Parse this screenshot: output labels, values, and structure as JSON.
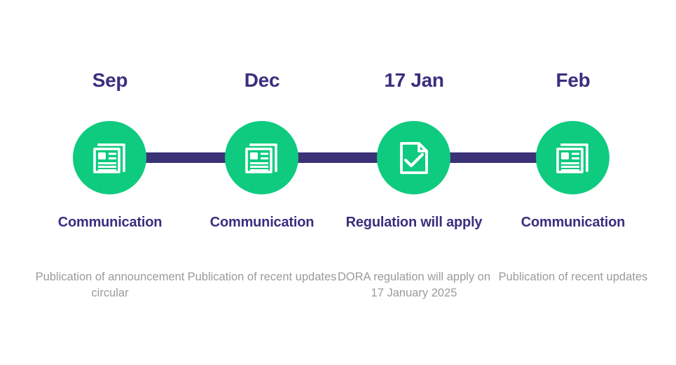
{
  "diagram": {
    "type": "timeline",
    "orientation": "horizontal",
    "colors": {
      "circle_fill": "#0ecb7f",
      "connector": "#3b3177",
      "heading_text": "#3b2e7e",
      "body_text": "#9b9b9b",
      "icon": "#ffffff",
      "background": "#ffffff"
    },
    "milestones": [
      {
        "date": "Sep",
        "icon": "newspaper-icon",
        "title": "Communication",
        "description": "Publication of announcement circular"
      },
      {
        "date": "Dec",
        "icon": "newspaper-icon",
        "title": "Communication",
        "description": "Publication of recent updates"
      },
      {
        "date": "17 Jan",
        "icon": "document-check-icon",
        "title": "Regulation will apply",
        "description": "DORA regulation will apply on 17 January 2025"
      },
      {
        "date": "Feb",
        "icon": "newspaper-icon",
        "title": "Communication",
        "description": "Publication of recent updates"
      }
    ]
  }
}
